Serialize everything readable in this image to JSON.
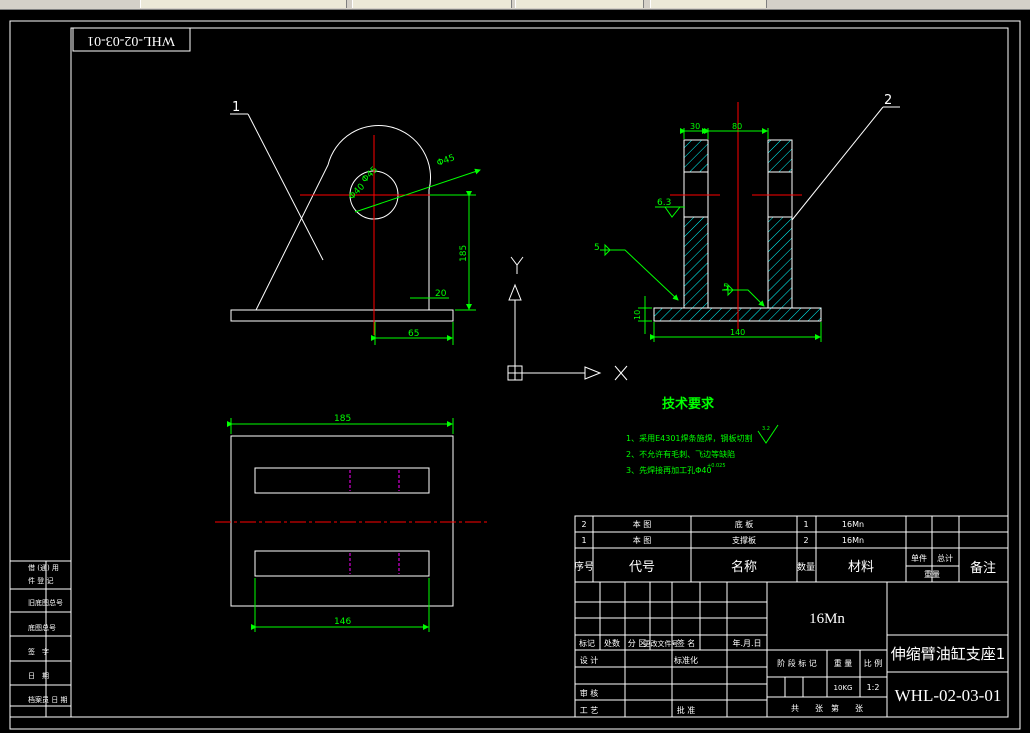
{
  "colors": {
    "background": "#000000",
    "outline": "#ffffff",
    "centerline": "#ff0000",
    "dimension": "#00ff00",
    "hatch": "#00ffff",
    "hidden": "#ff00ff",
    "ucs": "#ffffff"
  },
  "window": {
    "tabs": [
      "",
      "",
      "",
      ""
    ]
  },
  "drawing": {
    "corner_code": "WHL-02-03-01",
    "balloons": {
      "left": "1",
      "right": "2"
    },
    "front_view": {
      "dim_diameter": "Φ45",
      "dim_hole": "Φ40",
      "dim_hole2": "Φ45",
      "dim_height": "185",
      "dim_plate": "20",
      "dim_base": "65"
    },
    "side_view": {
      "dim_left": "30",
      "dim_gap": "80",
      "dim_base_h": "10",
      "dim_base_w": "140",
      "weld_top": "6.3",
      "weld_left": "5",
      "weld_mid": "5"
    },
    "ucs": {
      "x": "X",
      "y": "Y"
    },
    "top_view": {
      "dim_top": "185",
      "dim_bottom": "146"
    },
    "tech": {
      "title": "技术要求",
      "items": [
        "1、采用E4301焊条施焊，钢板切割",
        "2、不允许有毛刺、飞边等缺陷",
        "3、先焊接再加工孔Φ40"
      ],
      "tolerance": "+0.025",
      "roughness": "3.2"
    }
  },
  "title_block": {
    "parts_rows": [
      {
        "no": "2",
        "code": "本 图",
        "name": "底 板",
        "qty": "1",
        "material": "16Mn"
      },
      {
        "no": "1",
        "code": "本 图",
        "name": "支撑板",
        "qty": "2",
        "material": "16Mn"
      }
    ],
    "parts_header": {
      "no": "序号",
      "code": "代号",
      "name": "名称",
      "qty": "数量",
      "material": "材料",
      "single": "单件",
      "total": "总计",
      "weight": "重量",
      "remark": "备注"
    },
    "material": "16Mn",
    "title": "伸缩臂油缸支座1",
    "drawing_no": "WHL-02-03-01",
    "rev_header": [
      "标记",
      "处数",
      "分 区",
      "更改文件号",
      "签 名",
      "年.月.日"
    ],
    "labels": {
      "design": "设 计",
      "standard": "标准化",
      "check": "审 核",
      "process": "工 艺",
      "approve": "批 准",
      "stage": "阶 段 标 记",
      "weight": "重 量",
      "scale": "比 例",
      "sheets": "共　　张　第　　张"
    },
    "weight_value": "10KG",
    "scale_value": "1:2"
  },
  "side_strip": {
    "labels": [
      "借 (通) 用",
      "件 登 记",
      "旧底图总号",
      "底图总号",
      "签　字",
      "日　期",
      "档案员 日 期"
    ]
  }
}
